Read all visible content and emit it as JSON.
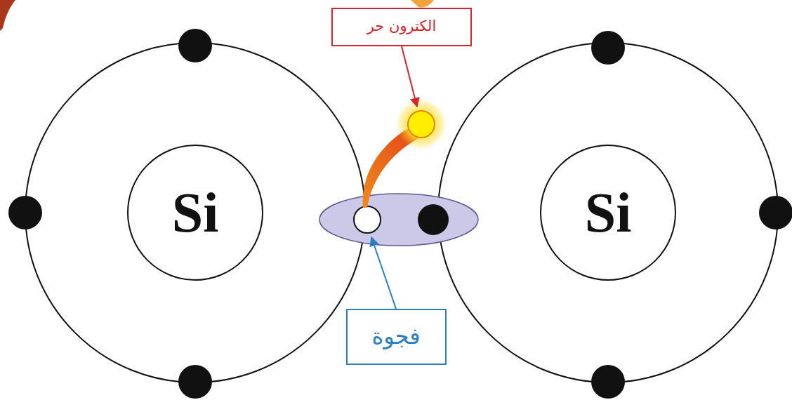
{
  "diagram": {
    "nodes": [
      {
        "text": [
          "الكترون حر"
        ]
      },
      {
        "text": [
          "Si"
        ]
      },
      {
        "text": [
          "Si"
        ]
      },
      {
        "text": [
          "فجوة"
        ]
      }
    ]
  }
}
